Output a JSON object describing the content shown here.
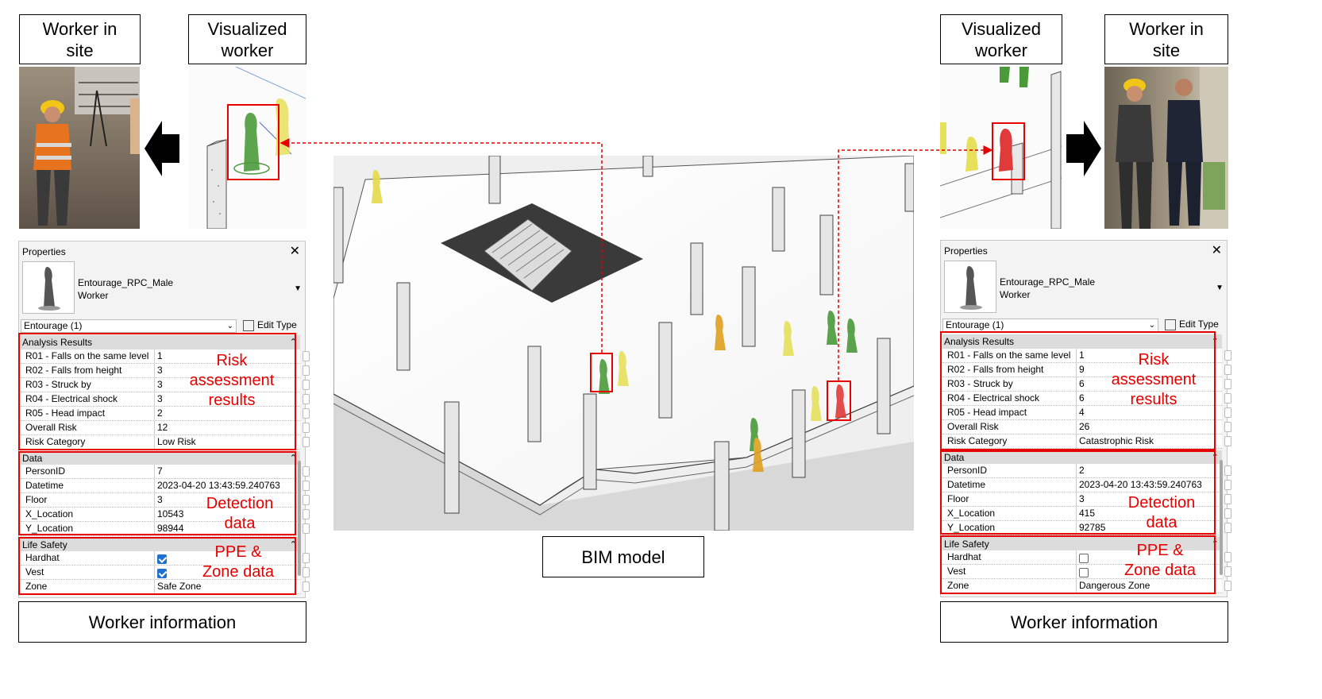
{
  "left": {
    "worker_in_site_label": "Worker in\nsite",
    "visualized_worker_label": "Visualized\nworker",
    "info_label": "Worker information",
    "panel": {
      "title": "Properties",
      "type_name": "Entourage_RPC_Male",
      "type_sub": "Worker",
      "selector": "Entourage (1)",
      "edit_type": "Edit Type",
      "groups": {
        "analysis": "Analysis Results",
        "data": "Data",
        "life": "Life Safety"
      },
      "rows": {
        "r01": {
          "k": "R01 - Falls on the same level",
          "v": "1"
        },
        "r02": {
          "k": "R02 - Falls from height",
          "v": "3"
        },
        "r03": {
          "k": "R03 - Struck by",
          "v": "3"
        },
        "r04": {
          "k": "R04 - Electrical shock",
          "v": "3"
        },
        "r05": {
          "k": "R05 - Head impact",
          "v": "2"
        },
        "overall": {
          "k": "Overall Risk",
          "v": "12"
        },
        "cat": {
          "k": "Risk Category",
          "v": "Low Risk"
        },
        "pid": {
          "k": "PersonID",
          "v": "7"
        },
        "dt": {
          "k": "Datetime",
          "v": "2023-04-20 13:43:59.240763"
        },
        "floor": {
          "k": "Floor",
          "v": "3"
        },
        "x": {
          "k": "X_Location",
          "v": "10543"
        },
        "y": {
          "k": "Y_Location",
          "v": "98944"
        },
        "hardhat": {
          "k": "Hardhat",
          "checked": true
        },
        "vest": {
          "k": "Vest",
          "checked": true
        },
        "zone": {
          "k": "Zone",
          "v": "Safe Zone"
        }
      }
    }
  },
  "right": {
    "worker_in_site_label": "Worker in\nsite",
    "visualized_worker_label": "Visualized\nworker",
    "info_label": "Worker information",
    "panel": {
      "title": "Properties",
      "type_name": "Entourage_RPC_Male",
      "type_sub": "Worker",
      "selector": "Entourage (1)",
      "edit_type": "Edit Type",
      "groups": {
        "analysis": "Analysis Results",
        "data": "Data",
        "life": "Life Safety"
      },
      "rows": {
        "r01": {
          "k": "R01 - Falls on the same level",
          "v": "1"
        },
        "r02": {
          "k": "R02 - Falls from height",
          "v": "9"
        },
        "r03": {
          "k": "R03 - Struck by",
          "v": "6"
        },
        "r04": {
          "k": "R04 - Electrical shock",
          "v": "6"
        },
        "r05": {
          "k": "R05 - Head impact",
          "v": "4"
        },
        "overall": {
          "k": "Overall Risk",
          "v": "26"
        },
        "cat": {
          "k": "Risk Category",
          "v": "Catastrophic Risk"
        },
        "pid": {
          "k": "PersonID",
          "v": "2"
        },
        "dt": {
          "k": "Datetime",
          "v": "2023-04-20 13:43:59.240763"
        },
        "floor": {
          "k": "Floor",
          "v": "3"
        },
        "x": {
          "k": "X_Location",
          "v": "415"
        },
        "y": {
          "k": "Y_Location",
          "v": "92785"
        },
        "hardhat": {
          "k": "Hardhat",
          "checked": false
        },
        "vest": {
          "k": "Vest",
          "checked": false
        },
        "zone": {
          "k": "Zone",
          "v": "Dangerous Zone"
        }
      }
    }
  },
  "annotations": {
    "risk": "Risk\nassessment\nresults",
    "detection": "Detection\ndata",
    "ppe": "PPE &\nZone data"
  },
  "bim_label": "BIM model",
  "colors": {
    "highlight": "#e60000",
    "worker_safe": "#4a9a3a",
    "worker_caution": "#e8d84a",
    "worker_warning": "#e0a020",
    "worker_danger": "#e03a3a",
    "checkbox_on": "#1f6fd1"
  },
  "icons": {
    "left_arrow": "arrow-left-icon",
    "right_arrow": "arrow-right-icon",
    "close": "close-icon"
  }
}
